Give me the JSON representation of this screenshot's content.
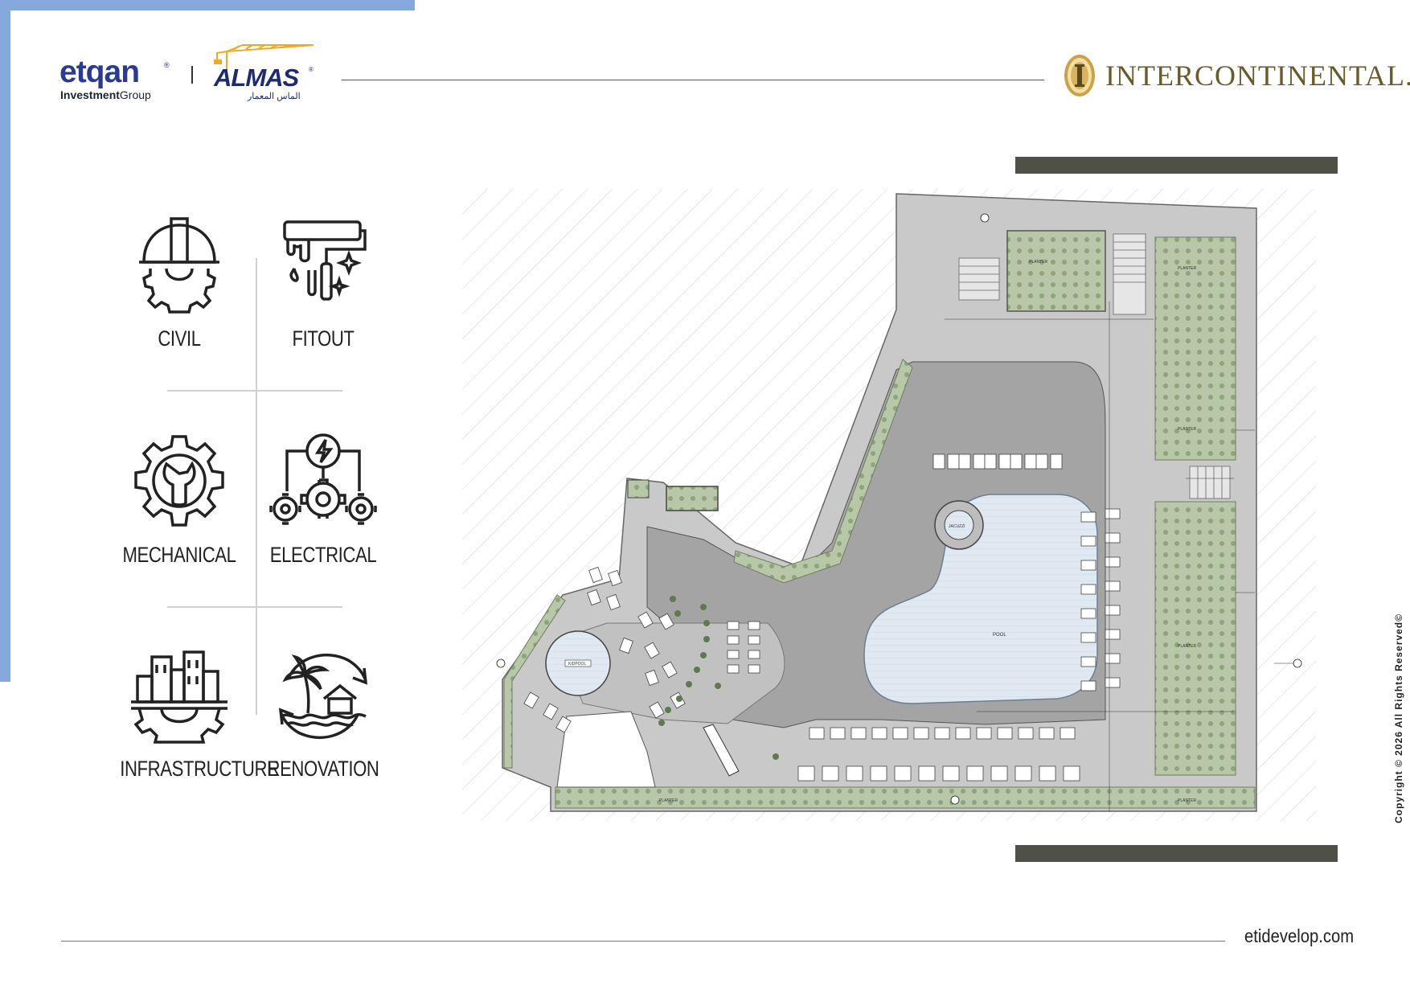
{
  "header": {
    "etqan_word": "etqan",
    "etqan_reg": "®",
    "etqan_sub_bold": "Investment",
    "etqan_sub_rest": "Group",
    "almas_word": "ALMAS",
    "almas_reg": "®",
    "almas_arabic": "الماس المعمار",
    "intercontinental_word": "INTERCONTINENTAL",
    "intercontinental_dot": "."
  },
  "services": [
    {
      "label": "CIVIL",
      "icon": "civil-helmet-gear-icon"
    },
    {
      "label": "FITOUT",
      "icon": "paint-roller-icon"
    },
    {
      "label": "MECHANICAL",
      "icon": "gear-wrench-icon"
    },
    {
      "label": "ELECTRICAL",
      "icon": "lightning-gears-icon"
    },
    {
      "label": "INFRASTRUCTURE",
      "icon": "city-gear-icon"
    },
    {
      "label": "RENOVATION",
      "icon": "palm-house-cycle-icon"
    }
  ],
  "colors": {
    "accent_blue": "#85a9dc",
    "band_olive": "#4f5046",
    "etqan_navy": "#2b3b8f",
    "ic_gold": "#6a5a2c",
    "deck_grey": "#bdbdbd",
    "pool_blue": "#dfe9f3",
    "planter_green": "#9bb38a"
  },
  "plan": {
    "labels": {
      "pool": "POOL",
      "jacuzzi": "JACUZZI",
      "kiddie_pool": "KIDPOOL",
      "planter_a": "PLANTER",
      "planter_b": "PLANTER",
      "planter_c": "PLANTER",
      "planter_d": "PLANTER",
      "planter_e": "PLANTER",
      "planter_f": "PLANTER"
    }
  },
  "copyright": "Copyright © 2026 All Rights Reserved©",
  "footer": {
    "url": "etidevelop.com"
  }
}
